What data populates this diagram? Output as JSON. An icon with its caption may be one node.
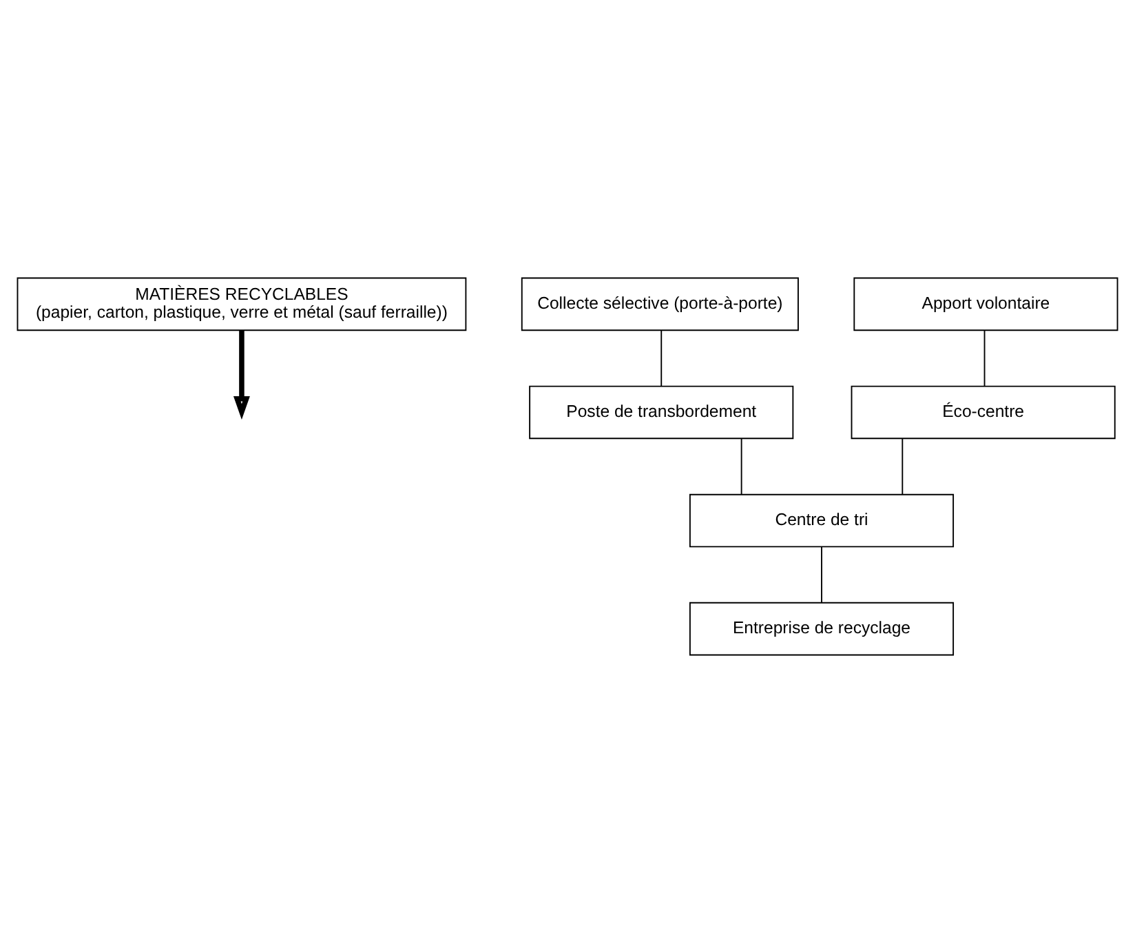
{
  "diagram": {
    "nodes": [
      {
        "text": [
          "MATIÈRES RECYCLABLES",
          "(papier, carton, plastique, verre et métal (sauf ferraille))"
        ]
      },
      {
        "text": [
          "Collecte sélective (porte-à-porte)"
        ]
      },
      {
        "text": [
          "Apport volontaire"
        ]
      },
      {
        "text": [
          "Poste de transbordement"
        ]
      },
      {
        "text": [
          "Éco-centre"
        ]
      },
      {
        "text": [
          "Centre de tri"
        ]
      },
      {
        "text": [
          "Entreprise de recyclage"
        ]
      }
    ],
    "edges": [
      {
        "from": 0,
        "to": null,
        "arrow": "to",
        "style": "thick"
      },
      {
        "from": 1,
        "to": 3,
        "arrow": "none"
      },
      {
        "from": 3,
        "to": 5,
        "arrow": "none"
      },
      {
        "from": 5,
        "to": 6,
        "arrow": "none"
      },
      {
        "from": 2,
        "to": 4,
        "arrow": "none"
      },
      {
        "from": 4,
        "to": 5,
        "arrow": "none"
      }
    ]
  }
}
